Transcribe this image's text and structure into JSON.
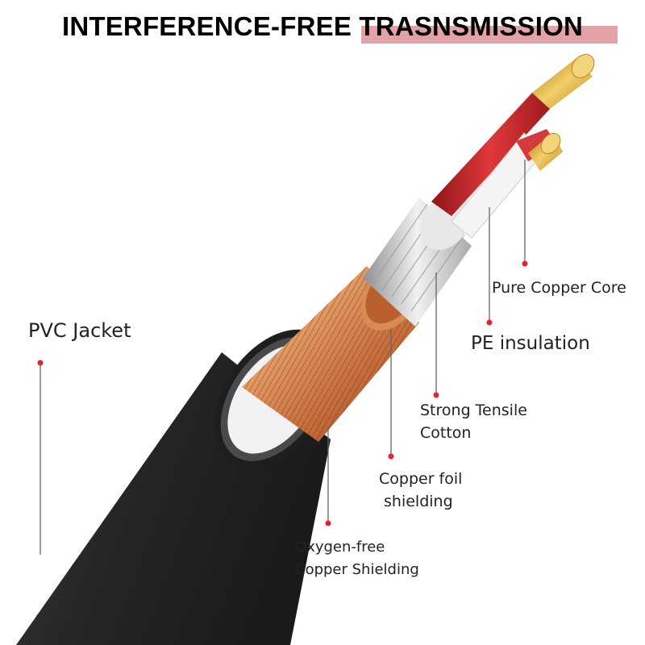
{
  "title": "INTERFERENCE-FREE TRASNSMISSION",
  "labels": {
    "pure_copper_core": "Pure Copper Core",
    "pe_insulation": "PE insulation",
    "pvc_jacket": "PVC Jacket",
    "strong_tensile": [
      "Strong Tensile",
      "Cotton"
    ],
    "copper_foil": [
      "Copper foil",
      "shielding"
    ],
    "oxygen_free": [
      "Oxygen-free",
      "Copper Shielding"
    ]
  },
  "colors": {
    "title_highlight": "#e2a2a6",
    "marker": "#e0262a",
    "jacket": "#2b2b2b",
    "copper": "#c8703f",
    "gold": "#d9a63a",
    "red_insulation": "#c8282c"
  }
}
